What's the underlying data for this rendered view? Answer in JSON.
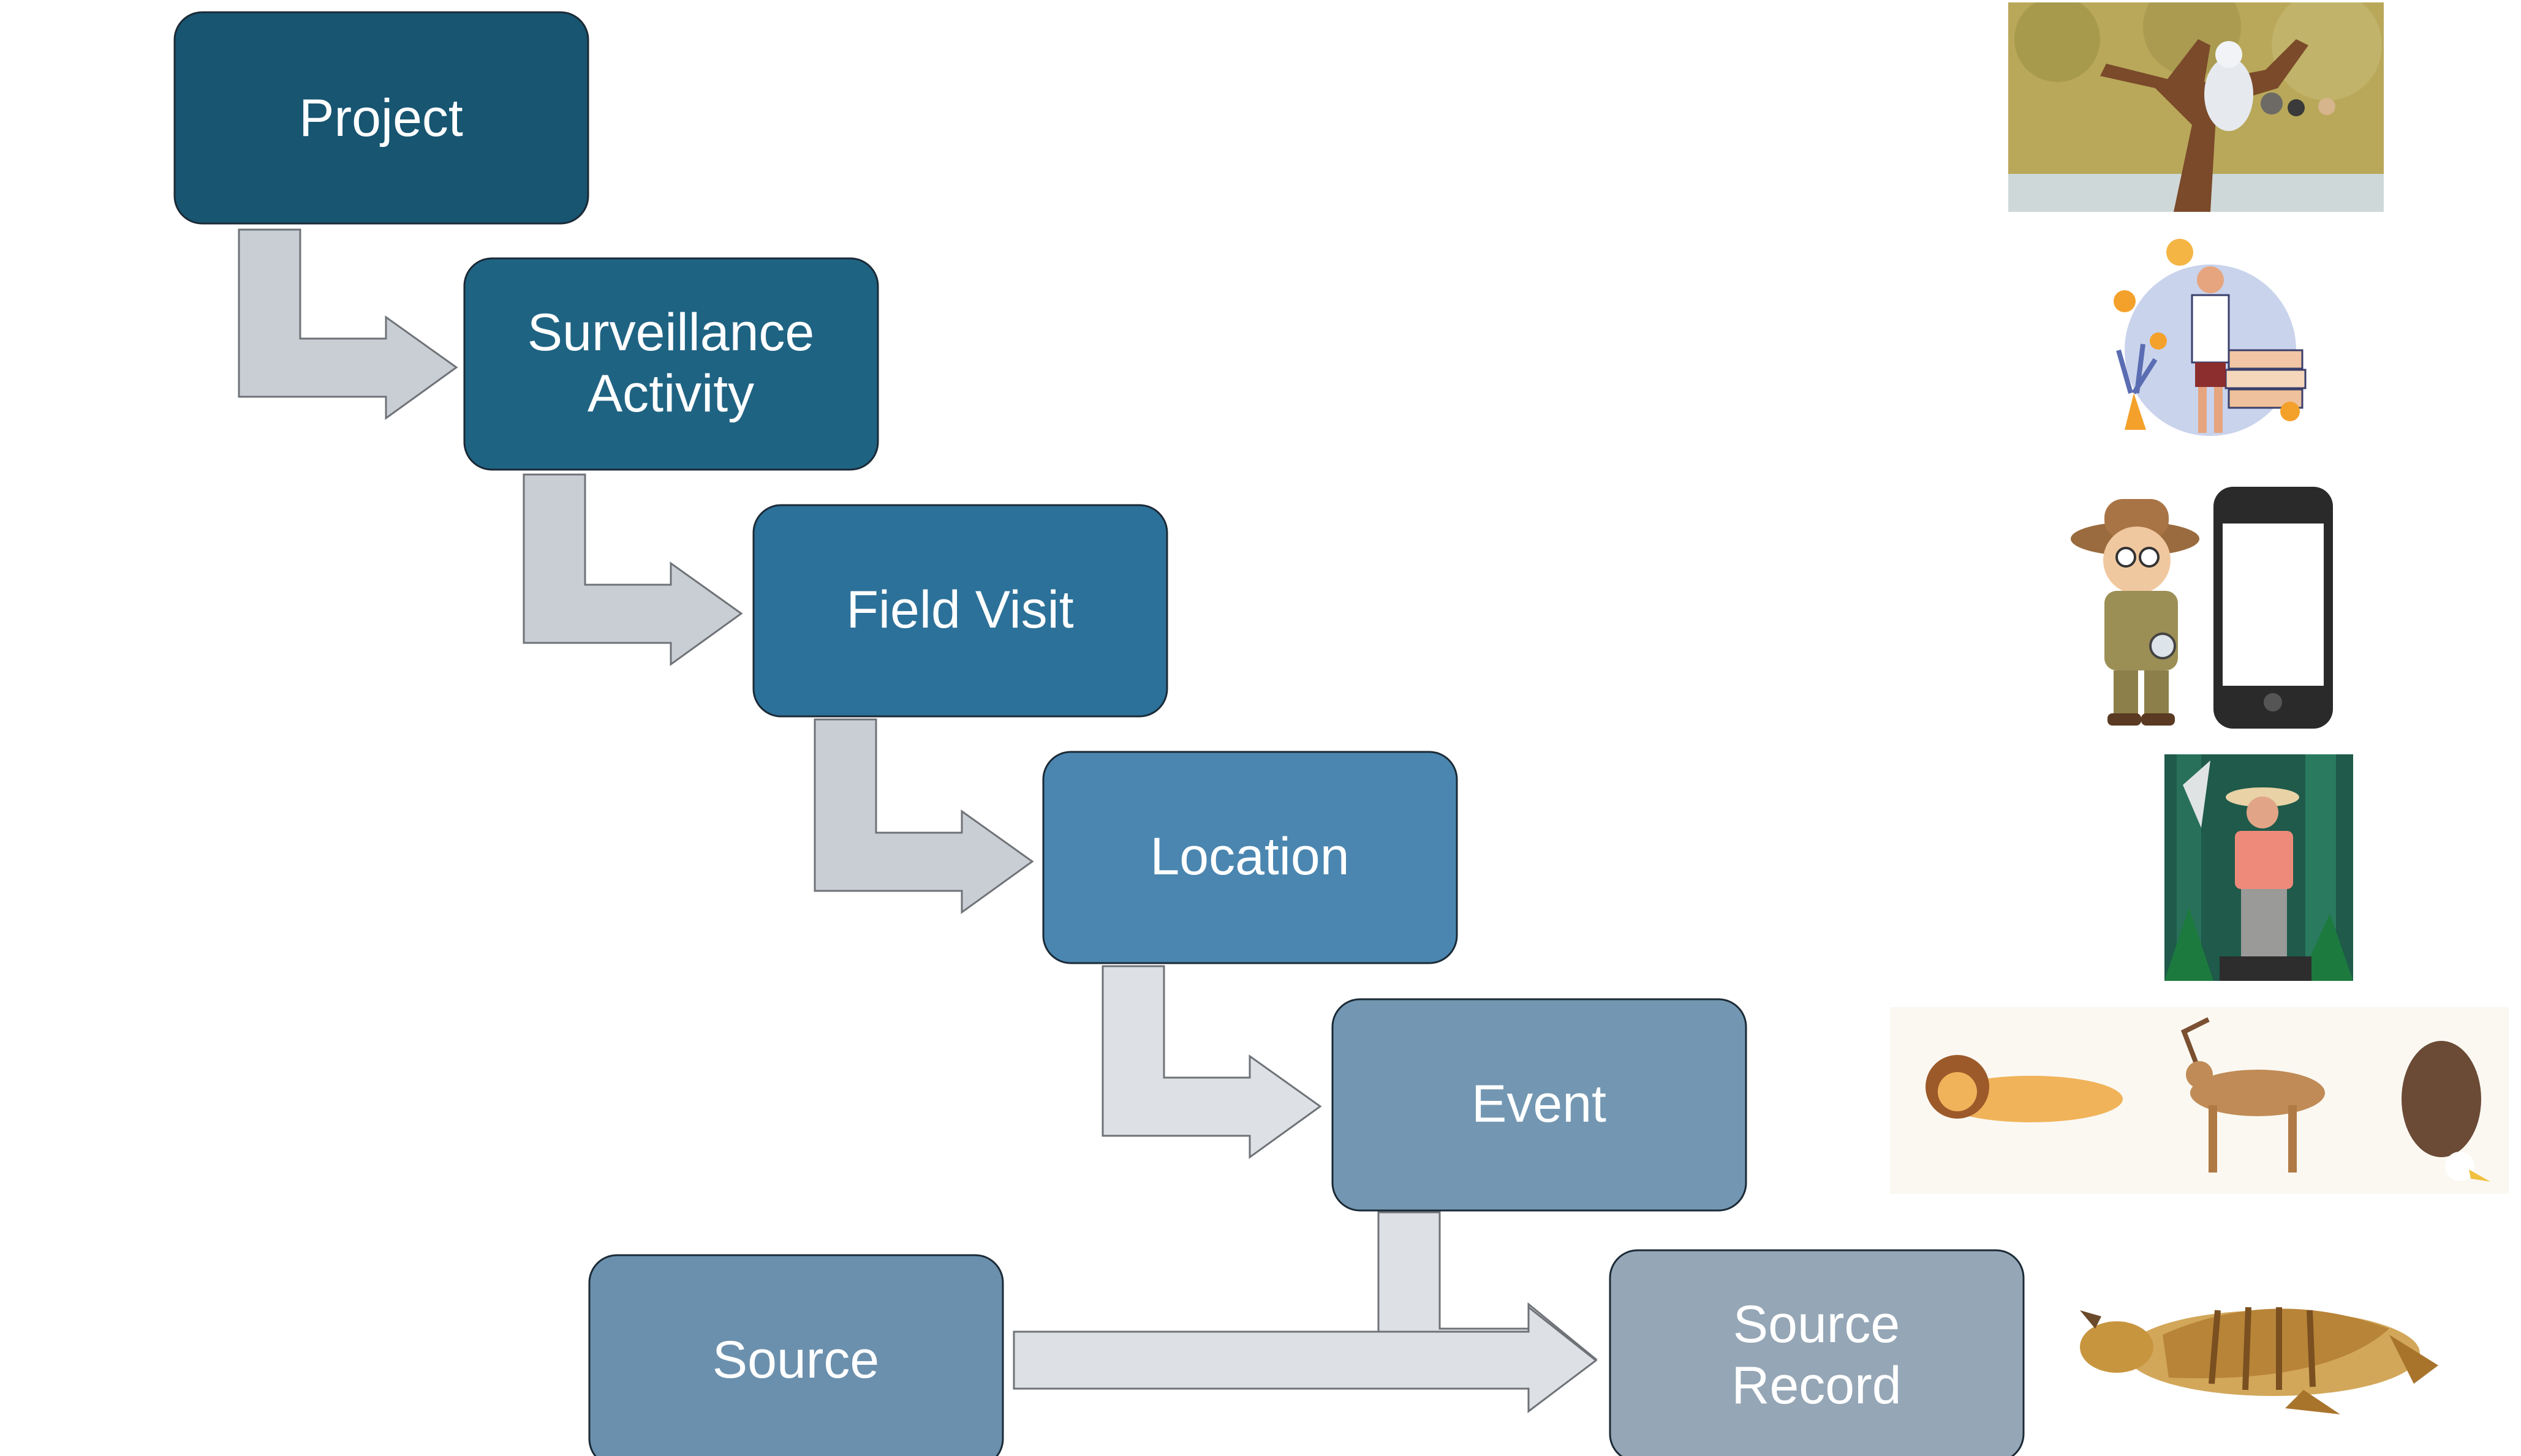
{
  "boxes": {
    "project": {
      "lines": [
        "Project"
      ],
      "color": "#175571"
    },
    "surveillance_activity": {
      "lines": [
        "Surveillance",
        "Activity"
      ],
      "color": "#1f6383"
    },
    "field_visit": {
      "lines": [
        "Field Visit"
      ],
      "color": "#2c7199"
    },
    "location": {
      "lines": [
        "Location"
      ],
      "color": "#4a86b0"
    },
    "event": {
      "lines": [
        "Event"
      ],
      "color": "#7397b2"
    },
    "source": {
      "lines": [
        "Source"
      ],
      "color": "#6b90ad"
    },
    "source_record": {
      "lines": [
        "Source",
        "Record"
      ],
      "color": "#95a6b6"
    }
  },
  "arrow_colors": {
    "gray": "#c9ced4",
    "light": "#dde1e5"
  },
  "illustrations": [
    {
      "name": "tree-with-researcher-and-animals-icon"
    },
    {
      "name": "person-with-ideas-icon"
    },
    {
      "name": "explorer-with-smartphone-icon"
    },
    {
      "name": "jungle-explorer-icon"
    },
    {
      "name": "dead-wildlife-lion-deer-eagle-icon"
    },
    {
      "name": "animal-carcass-icon"
    }
  ]
}
